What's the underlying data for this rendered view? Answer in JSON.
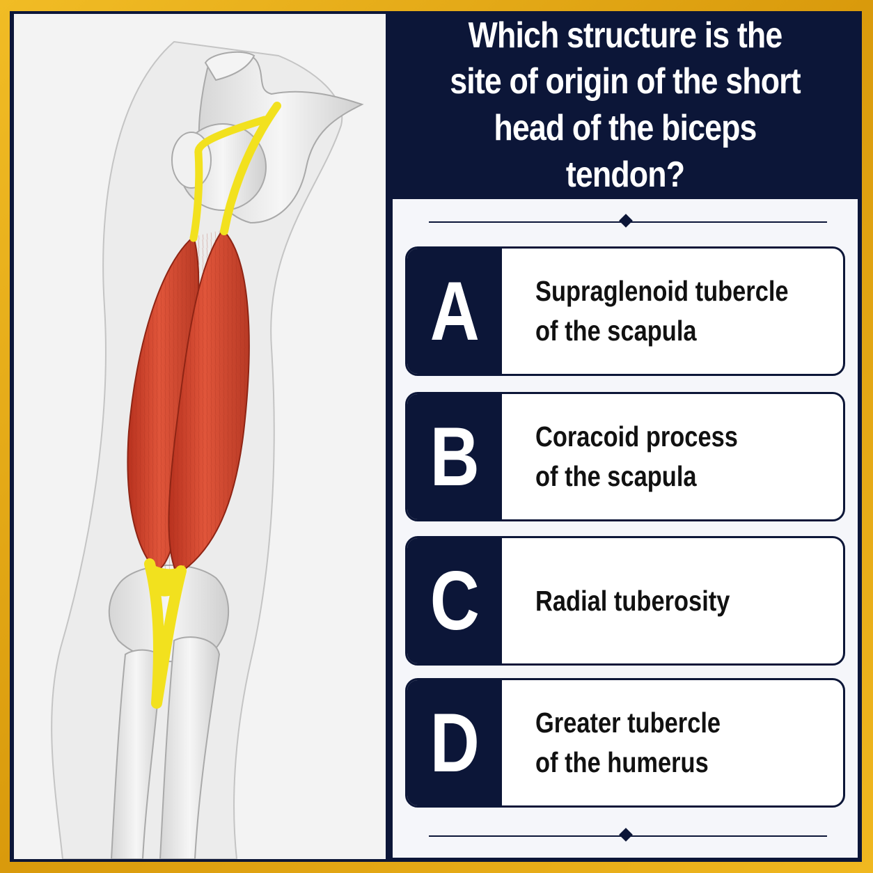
{
  "question": {
    "line1": "Which structure is the",
    "line2": "site of origin of the short",
    "line3": "head of the biceps tendon?"
  },
  "options": [
    {
      "letter": "A",
      "line1": "Supraglenoid tubercle",
      "line2": "of the scapula"
    },
    {
      "letter": "B",
      "line1": "Coracoid process",
      "line2": "of the scapula"
    },
    {
      "letter": "C",
      "line1": "Radial tuberosity",
      "line2": ""
    },
    {
      "letter": "D",
      "line1": "Greater tubercle",
      "line2": "of the humerus"
    }
  ],
  "illustration": {
    "subject": "biceps-brachii-arm-anatomy",
    "colors": {
      "muscle": "#d84a2e",
      "tendon": "#f2e11e",
      "bone": "#ececec",
      "skin_outline": "#c8c8c8"
    }
  },
  "colors": {
    "frame_gold": "#e3a512",
    "navy": "#0c1638",
    "answer_bg": "#f5f6fa",
    "white": "#ffffff"
  }
}
